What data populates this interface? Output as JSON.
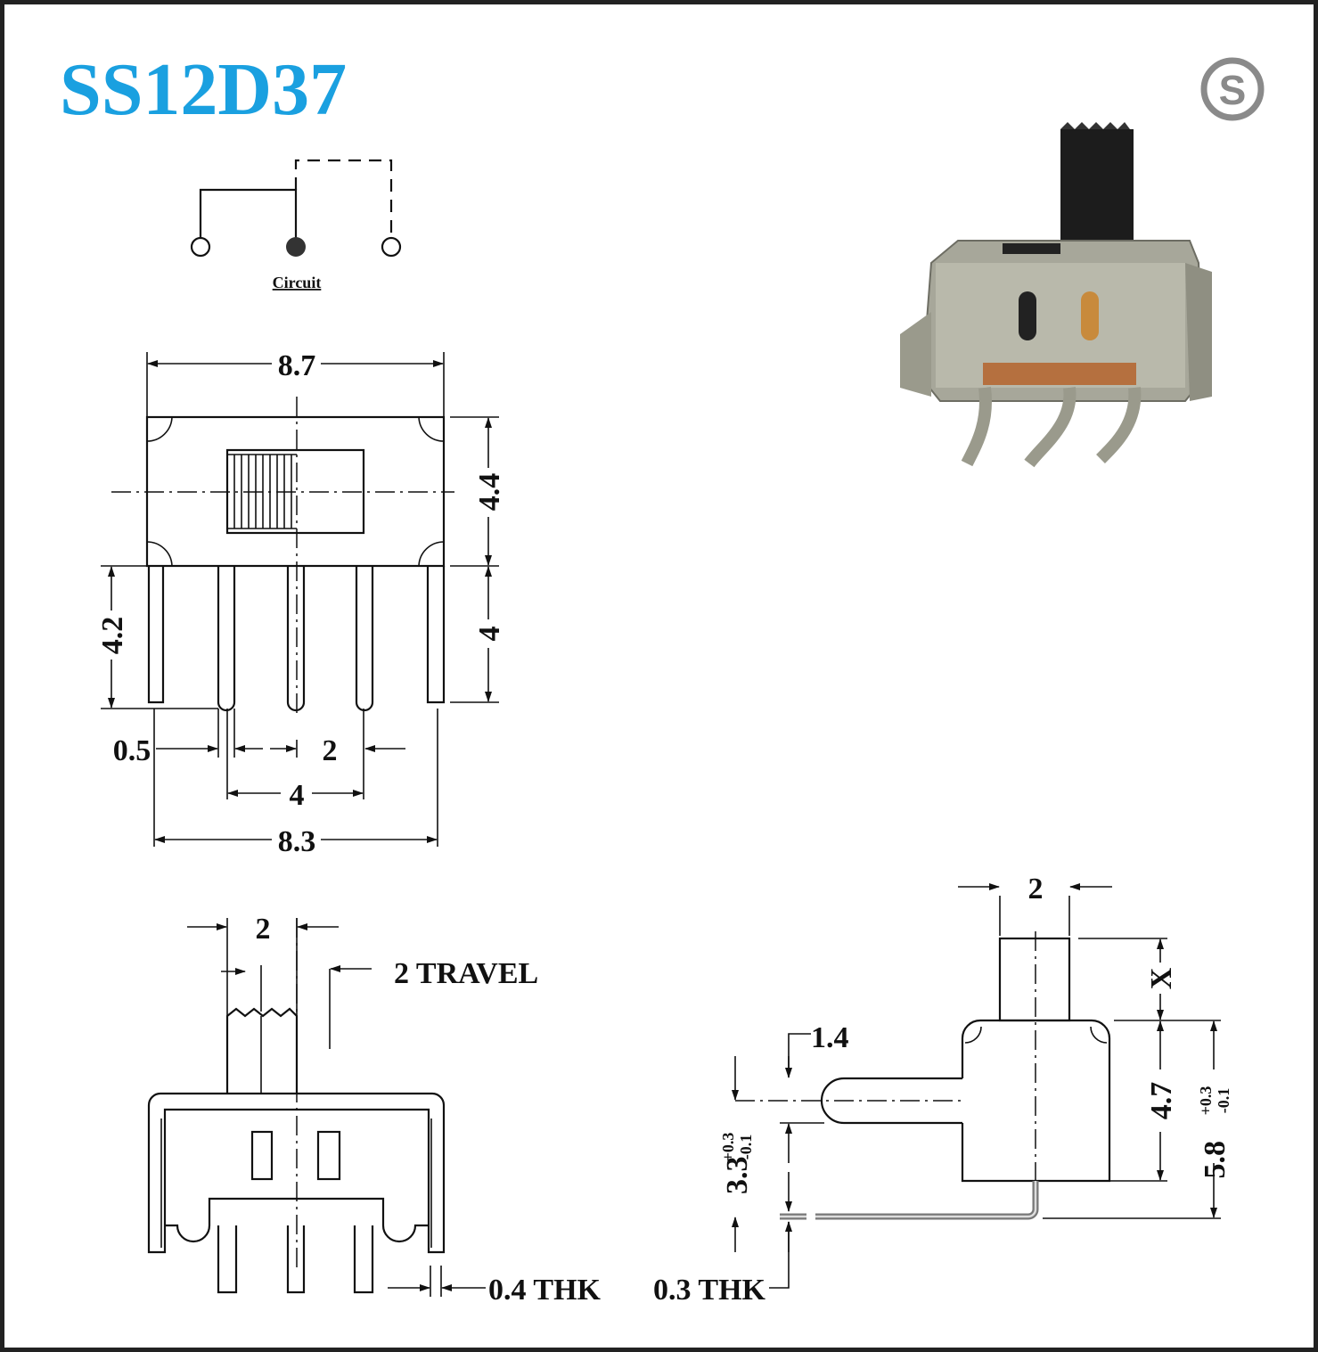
{
  "title": "SS12D37",
  "logo": {
    "letter": "S",
    "color": "#8a8a8a"
  },
  "accent_color": "#1aa0e0",
  "circuit": {
    "label": "Circuit"
  },
  "top_view": {
    "width_body": "8.7",
    "height_body": "4.4",
    "pin_length_right": "4",
    "pin_length_left": "4.2",
    "pin_width": "0.5",
    "pin_pitch": "2",
    "pin_span_inner": "4",
    "pin_span_outer": "8.3"
  },
  "front_view": {
    "actuator_width": "2",
    "travel": "2 TRAVEL",
    "thickness": "0.4 THK"
  },
  "side_view": {
    "actuator_width": "2",
    "actuator_height": "X",
    "pin_diameter": "1.4",
    "body_height": "4.7",
    "offset_height": "3.3",
    "offset_tol_plus": "+0.3",
    "offset_tol_minus": "-0.1",
    "total_height": "5.8",
    "total_tol_plus": "+0.3",
    "total_tol_minus": "-0.1",
    "thickness": "0.3 THK"
  }
}
